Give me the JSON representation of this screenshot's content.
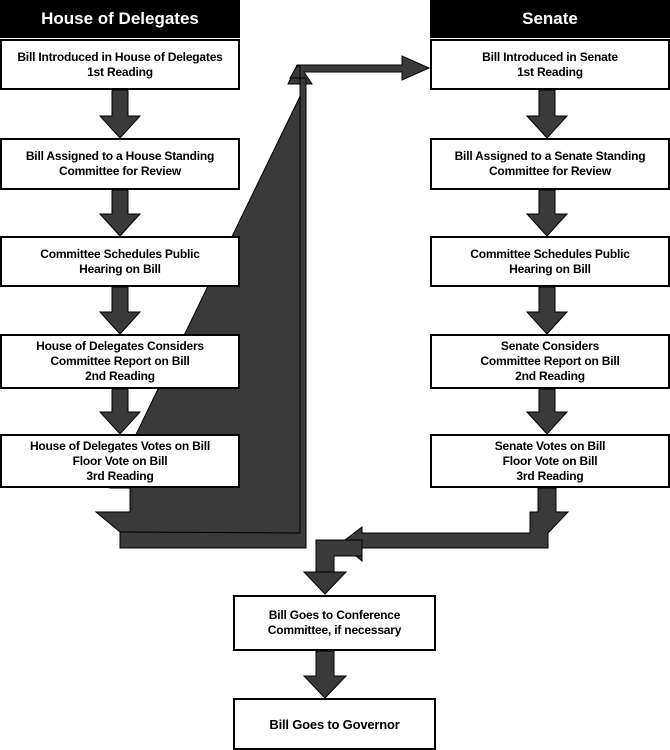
{
  "colors": {
    "arrow": "#3a3a3a",
    "border": "#000000",
    "header_bg": "#000000",
    "header_text": "#ffffff"
  },
  "house": {
    "title": "House of Delegates",
    "steps": [
      "Bill Introduced in House of Delegates\n1st Reading",
      "Bill Assigned to a House Standing\nCommittee for Review",
      "Committee Schedules Public\nHearing on Bill",
      "House of Delegates Considers\nCommittee Report on Bill\n2nd Reading",
      "House of Delegates Votes on Bill\nFloor Vote on Bill\n3rd Reading"
    ]
  },
  "senate": {
    "title": "Senate",
    "steps": [
      "Bill Introduced in Senate\n1st Reading",
      "Bill Assigned to a Senate Standing\nCommittee for Review",
      "Committee Schedules Public\nHearing on Bill",
      "Senate Considers\nCommittee Report on Bill\n2nd Reading",
      "Senate Votes on Bill\nFloor Vote on Bill\n3rd Reading"
    ]
  },
  "final": {
    "conference": "Bill Goes to Conference\nCommittee, if necessary",
    "governor": "Bill Goes to Governor"
  }
}
